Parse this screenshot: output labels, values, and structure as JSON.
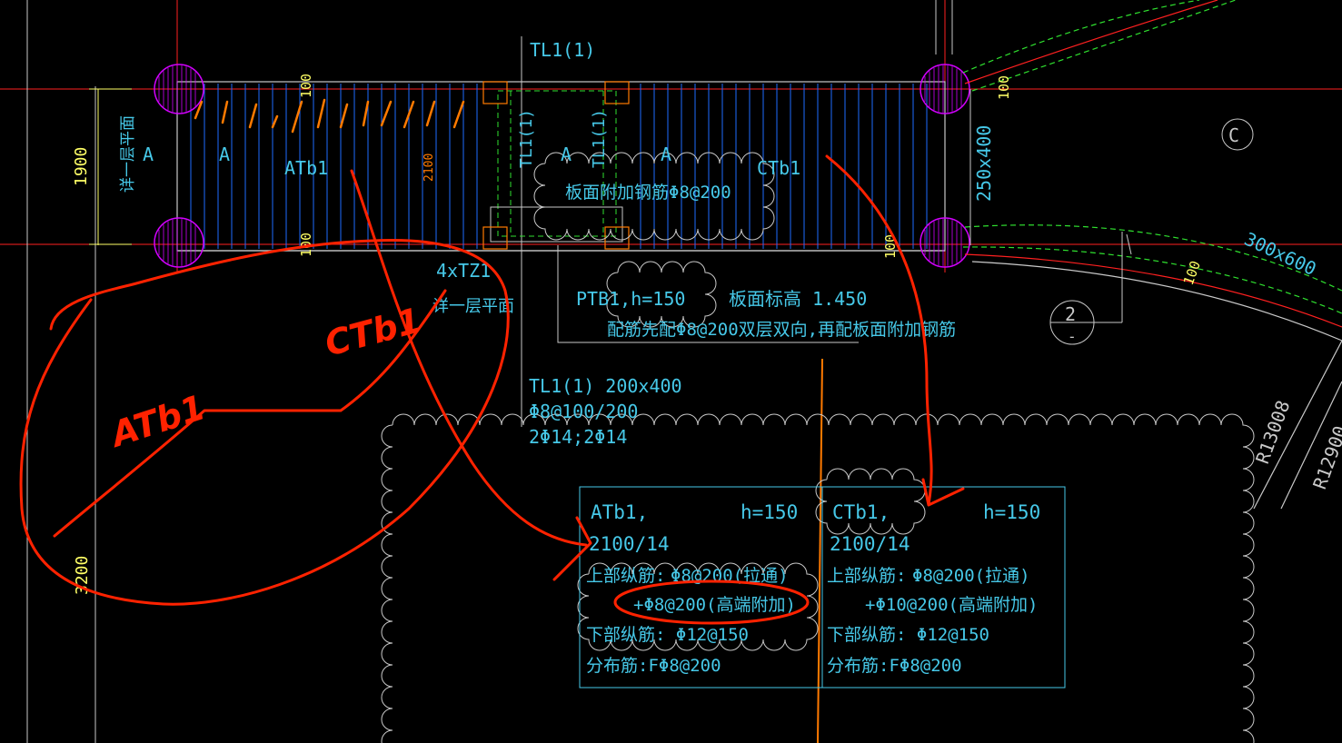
{
  "colors": {
    "background": "#000000",
    "structure": "#1e6bff",
    "outline": "#c9c9c9",
    "text": "#46c8e8",
    "dim": "#ffff66",
    "column": "#d300ff",
    "markup": "#ff2200",
    "orange": "#ff7a00",
    "green": "#2fe02f",
    "red_axis": "#ff2020"
  },
  "labels": {
    "tl1_top": "TL1(1)",
    "tl1_vert_1": "TL1(1)",
    "tl1_vert_2": "TL1(1)",
    "atb1_plan": "ATb1",
    "ctb1_plan": "CTb1",
    "section_a": "A",
    "vert_plan_note": "详一层平面",
    "dim_1900": "1900",
    "dim_2100": "2100",
    "dim_100_a": "100",
    "dim_100_b": "100",
    "dim_100_c": "100",
    "dim_100_d": "100",
    "dim_100_e": "100",
    "dim_250x400": "250x400",
    "dim_300x600": "300x600",
    "dim_3200": "3200",
    "r13008": "R13008",
    "r12900": "R12900",
    "tz1": "4xTZ1",
    "tz1_note": "详一层平面",
    "slab_note": "板面附加钢筋Φ8@200",
    "ptb1": "PTB1,h=150",
    "slab_elev": "板面标高 1.450",
    "ptb1_rebar": "配筋先配Φ8@200双层双向,再配板面附加钢筋",
    "tl1_spec_1": "TL1(1) 200x400",
    "tl1_spec_2": "Φ8@100/200",
    "tl1_spec_3": "2Φ14;2Φ14",
    "axis_c": "C",
    "section_2_num": "2",
    "section_2_sub": "-"
  },
  "table": {
    "atb1": {
      "name": "ATb1,",
      "h": "h=150",
      "size": "2100/14",
      "top_label": "上部纵筋:",
      "top_value": "Φ8@200(拉通)",
      "top_add": "+Φ8@200(高端附加)",
      "bottom": "下部纵筋:   Φ12@150",
      "dist": "分布筋:FΦ8@200"
    },
    "ctb1": {
      "name": "CTb1,",
      "h": "h=150",
      "size": "2100/14",
      "top_label": "上部纵筋:",
      "top_value": "Φ8@200(拉通)",
      "top_add": "+Φ10@200(高端附加)",
      "bottom": "下部纵筋:   Φ12@150",
      "dist": "分布筋:FΦ8@200"
    }
  },
  "handwriting": {
    "atb1": "ATb1",
    "ctb1": "CTb1"
  }
}
